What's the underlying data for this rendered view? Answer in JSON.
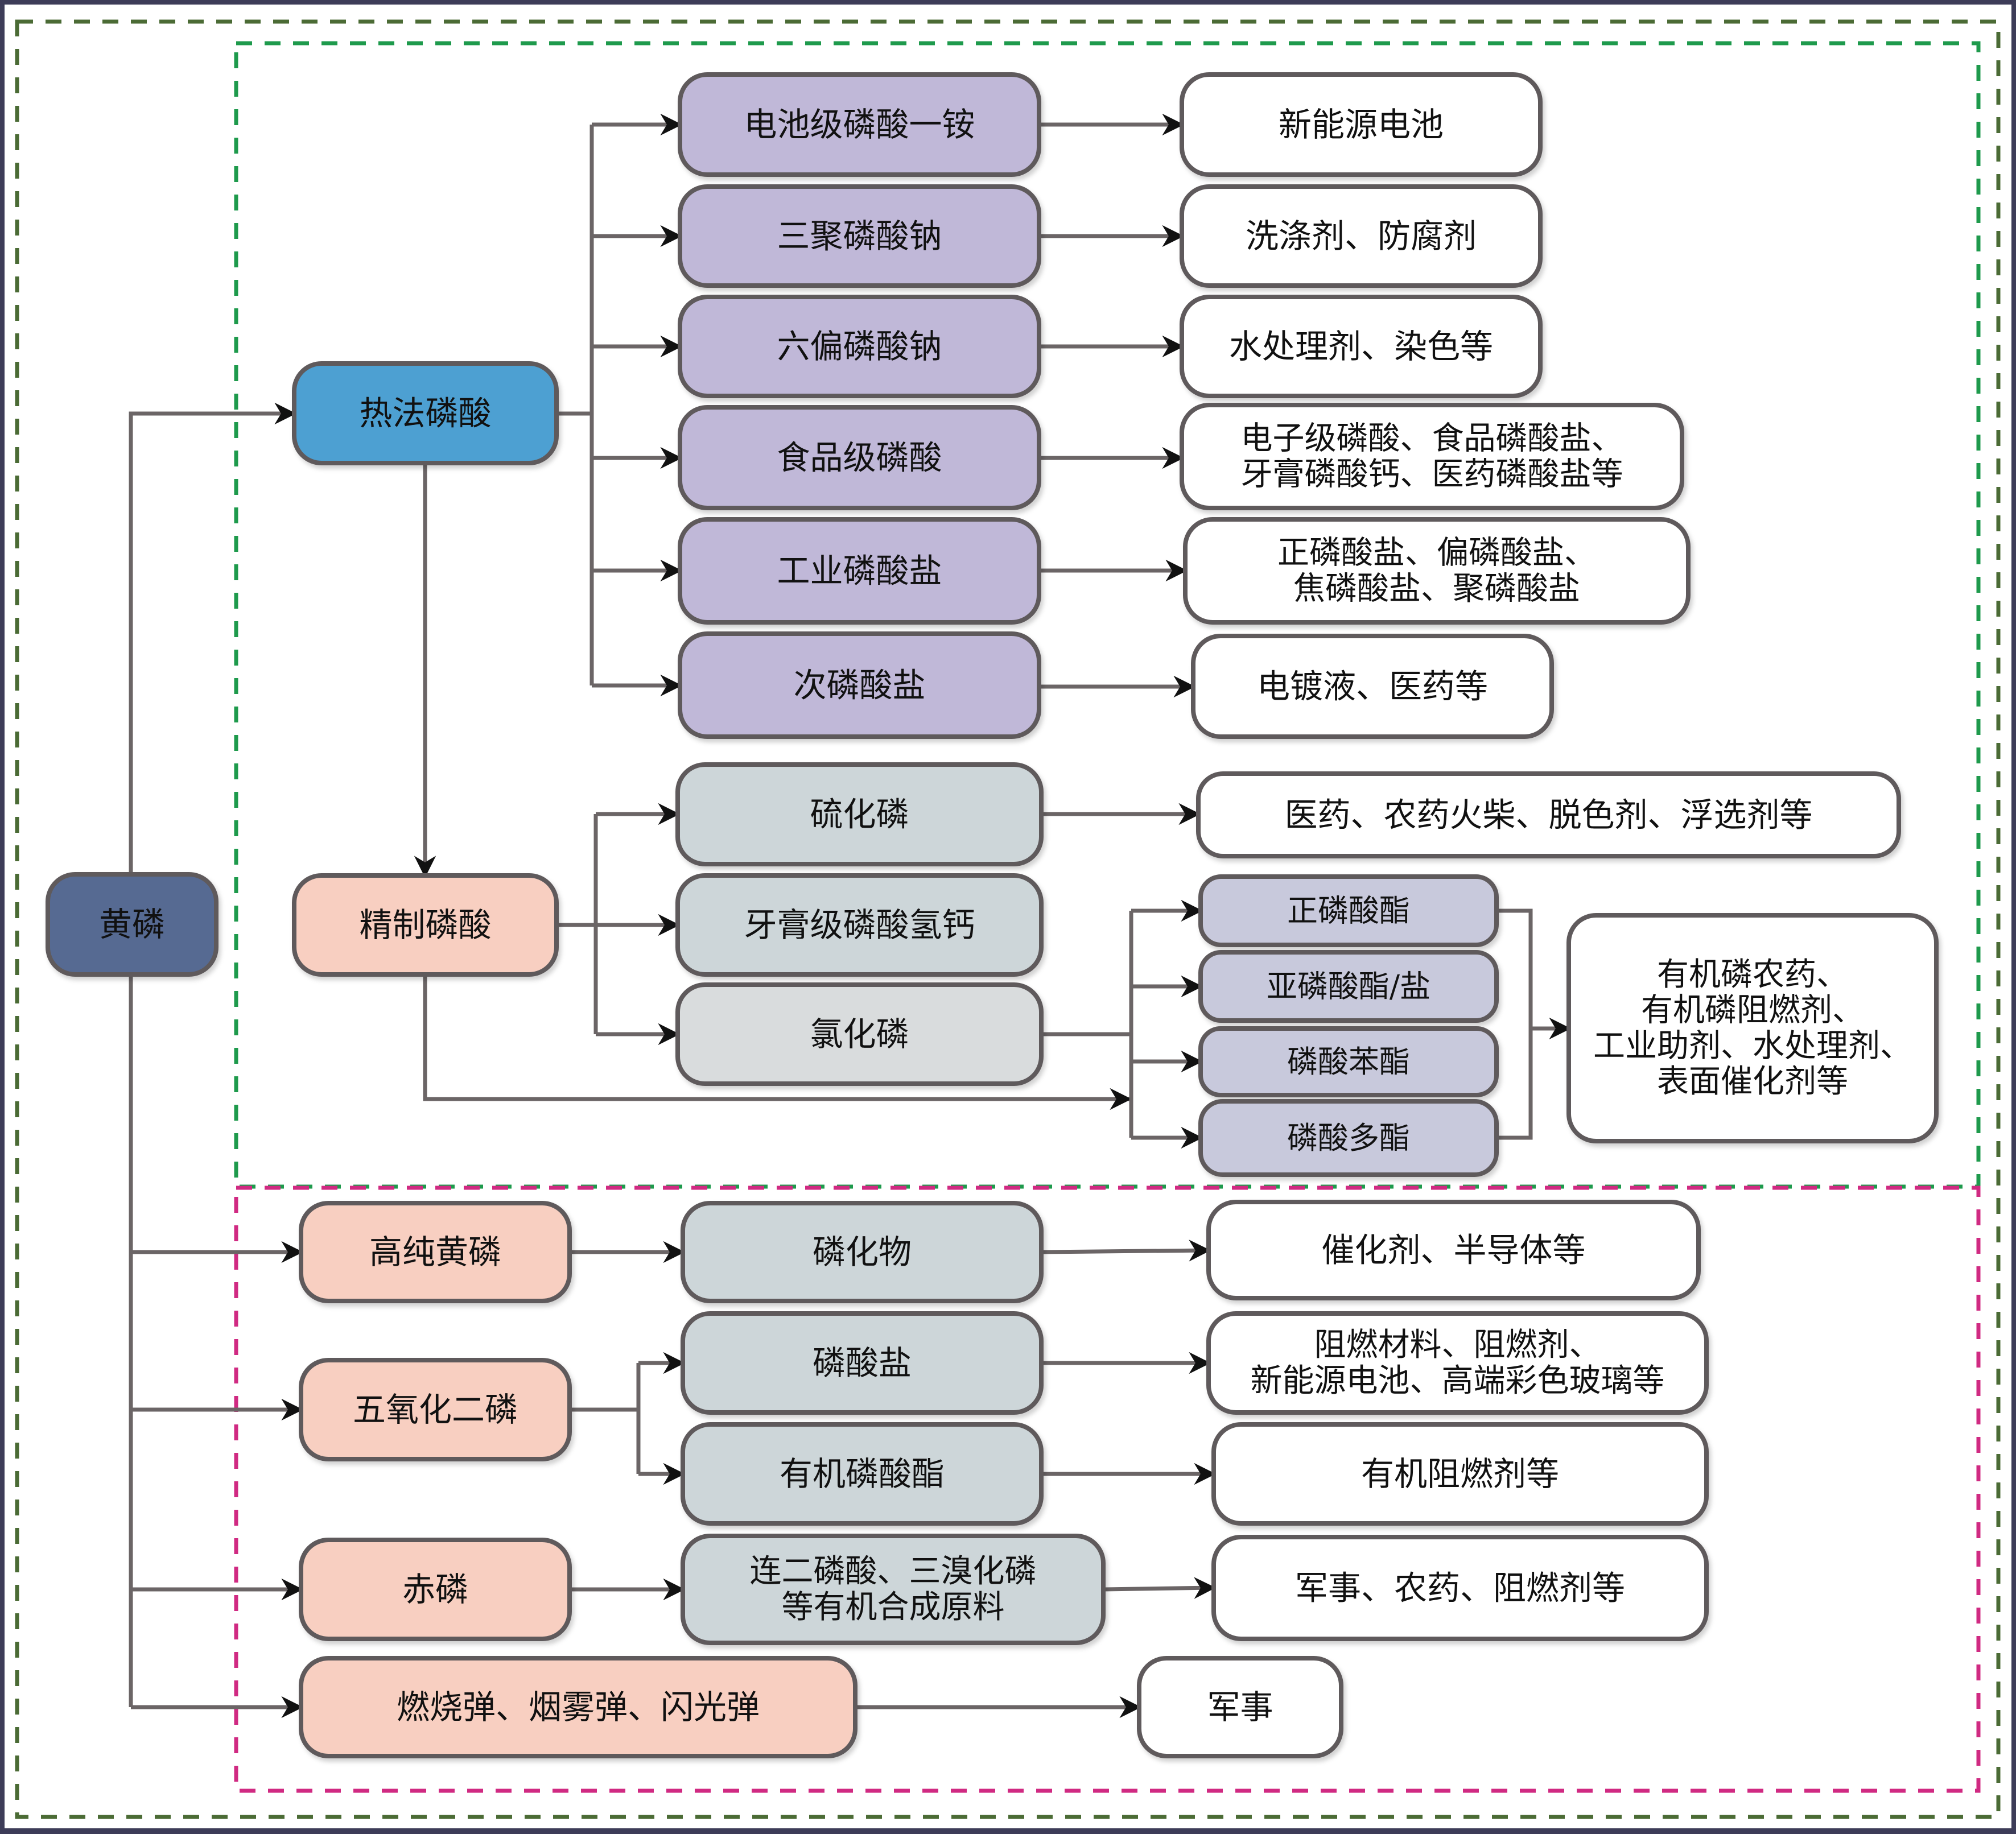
{
  "title": "黄磷下游产业链",
  "colors": {
    "frame": "#3d3c58",
    "outer_dash": "#4b6b35",
    "upper_region_dash": "#1e9a4c",
    "lower_region_dash": "#d02a82",
    "connector": "#6b6566",
    "arrowhead": "#111111",
    "box_border": "#5f5a5b",
    "root_fill": "#566b92",
    "thermal_fill": "#4ea0d2",
    "intermediate_fill": "#f8cfc1",
    "purple_fill": "#c0b8d8",
    "gray_fill": "#cdd6d9",
    "light_gray_fill": "#d9dcdd",
    "ester_fill": "#c8c9dc",
    "app_fill": "#ffffff"
  },
  "nodes": {
    "root": "黄磷",
    "thermal_acid": "热法磷酸",
    "refined_acid": "精制磷酸",
    "high_purity_p": "高纯黄磷",
    "p2o5": "五氧化二磷",
    "red_p": "赤磷",
    "munitions": "燃烧弹、烟雾弹、闪光弹",
    "battery_map": "电池级磷酸一铵",
    "stpp": "三聚磷酸钠",
    "shmp": "六偏磷酸钠",
    "food_acid": "食品级磷酸",
    "industrial_phosphate": "工业磷酸盐",
    "hypophosphite": "次磷酸盐",
    "p_sulfide": "硫化磷",
    "dcp_toothpaste": "牙膏级磷酸氢钙",
    "p_chloride": "氯化磷",
    "ortho_ester": "正磷酸酯",
    "phosphite": "亚磷酸酯/盐",
    "phenyl_phosphate": "磷酸苯酯",
    "poly_ester": "磷酸多酯",
    "phosphide": "磷化物",
    "phosphate_salt": "磷酸盐",
    "organophosphate_ester": "有机磷酸酯",
    "hypodiphosphoric": [
      "连二磷酸、三溴化磷",
      "等有机合成原料"
    ]
  },
  "applications": {
    "new_energy_battery": "新能源电池",
    "detergent": "洗涤剂、防腐剂",
    "water_treatment": "水处理剂、染色等",
    "electronic": [
      "电子级磷酸、食品磷酸盐、",
      "牙膏磷酸钙、医药磷酸盐等"
    ],
    "phosphate_types": [
      "正磷酸盐、偏磷酸盐、",
      "焦磷酸盐、聚磷酸盐"
    ],
    "plating": "电镀液、医药等",
    "pharma_matches": "医药、农药火柴、脱色剂、浮选剂等",
    "organophosphorus": [
      "有机磷农药、",
      "有机磷阻燃剂、",
      "工业助剂、水处理剂、",
      "表面催化剂等"
    ],
    "catalyst": "催化剂、半导体等",
    "flame_retardant_materials": [
      "阻燃材料、阻燃剂、",
      "新能源电池、高端彩色玻璃等"
    ],
    "organic_flame_retardant": "有机阻燃剂等",
    "military_pesticide": "军事、农药、阻燃剂等",
    "military": "军事"
  }
}
